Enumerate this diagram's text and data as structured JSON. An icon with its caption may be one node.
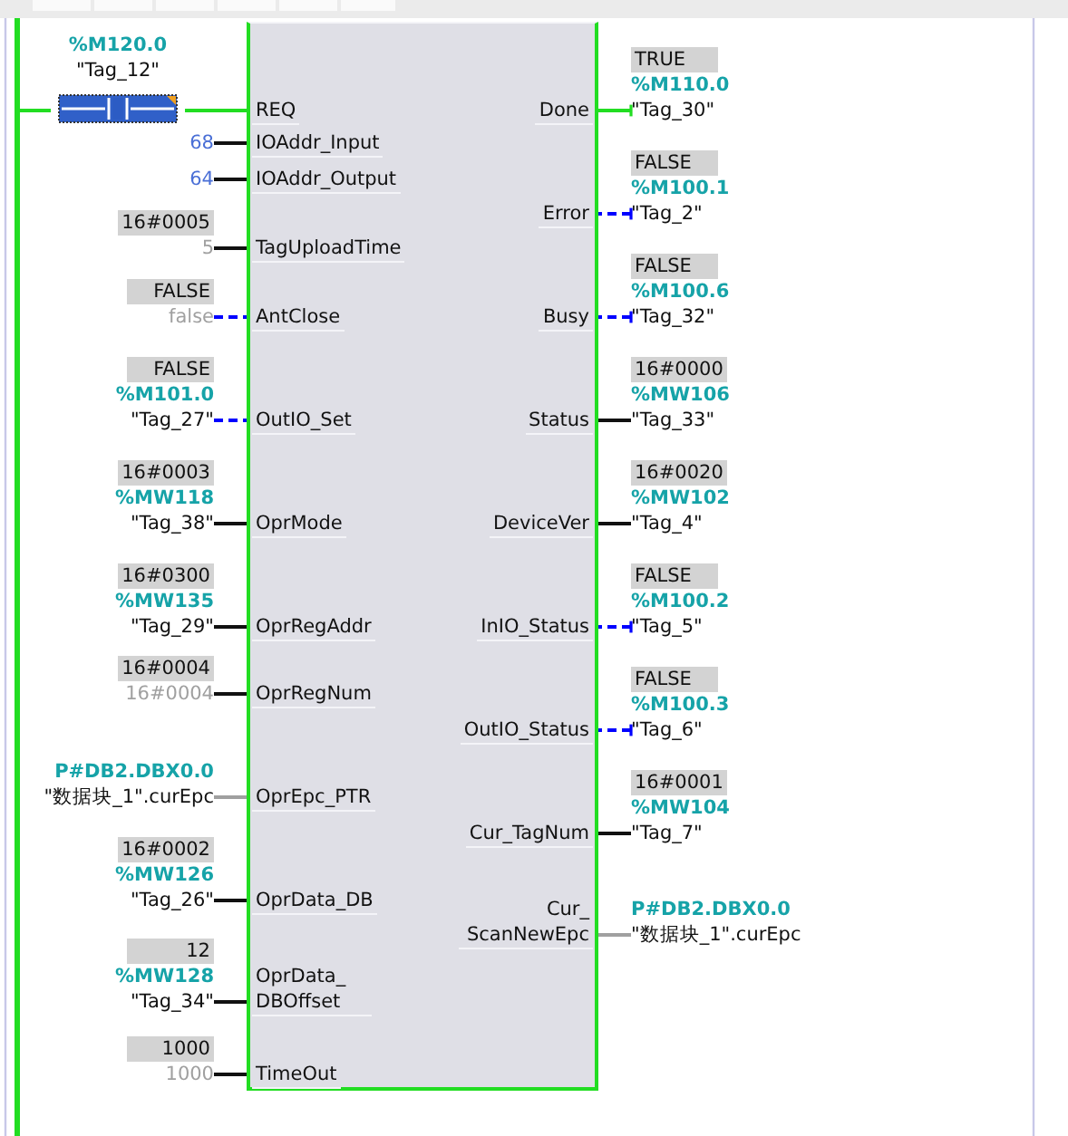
{
  "diagram": {
    "nodes": [
      {
        "text": [],
        "shape": "bar"
      },
      {
        "text": [],
        "shape": "box"
      },
      {
        "text": [
          "REQ"
        ],
        "in": 1
      },
      {
        "text": [
          "IOAddr_Input"
        ],
        "in": 1
      },
      {
        "text": [
          "IOAddr_Output"
        ],
        "in": 1
      },
      {
        "text": [
          "TagUploadTime"
        ],
        "in": 1
      },
      {
        "text": [
          "AntClose"
        ],
        "in": 1
      },
      {
        "text": [
          "OutIO_Set"
        ],
        "in": 1
      },
      {
        "text": [
          "OprMode"
        ],
        "in": 1
      },
      {
        "text": [
          "OprRegAddr"
        ],
        "in": 1
      },
      {
        "text": [
          "OprRegNum"
        ],
        "in": 1
      },
      {
        "text": [
          "OprEpc_PTR"
        ],
        "in": 1
      },
      {
        "text": [
          "OprData_DB"
        ],
        "in": 1
      },
      {
        "text": [
          "OprData_ DBOffset"
        ],
        "in": 1
      },
      {
        "text": [
          "TimeOut"
        ],
        "in": 1
      },
      {
        "text": [
          "Done"
        ],
        "in": 1
      },
      {
        "text": [
          "Error"
        ],
        "in": 1
      },
      {
        "text": [
          "Busy"
        ],
        "in": 1
      },
      {
        "text": [
          "Status"
        ],
        "in": 1
      },
      {
        "text": [
          "DeviceVer"
        ],
        "in": 1
      },
      {
        "text": [
          "InIO_Status"
        ],
        "in": 1
      },
      {
        "text": [
          "OutIO_Status"
        ],
        "in": 1
      },
      {
        "text": [
          "Cur_TagNum"
        ],
        "in": 1
      },
      {
        "text": [
          "Cur_ ScanNewEpc"
        ],
        "in": 1
      },
      {
        "text": [
          "%M120.0",
          "\"Tag_12\""
        ]
      },
      {
        "text": [
          "68"
        ]
      },
      {
        "text": [
          "64"
        ]
      },
      {
        "text": [
          "16#0005",
          "5"
        ]
      },
      {
        "text": [
          "FALSE",
          "false"
        ]
      },
      {
        "text": [
          "FALSE",
          "%M101.0",
          "\"Tag_27\""
        ]
      },
      {
        "text": [
          "16#0003",
          "%MW118",
          "\"Tag_38\""
        ]
      },
      {
        "text": [
          "16#0300",
          "%MW135",
          "\"Tag_29\""
        ]
      },
      {
        "text": [
          "16#0004",
          "16#0004"
        ]
      },
      {
        "text": [
          "P#DB2.DBX0.0",
          "\"数据块_1\".curEpc"
        ]
      },
      {
        "text": [
          "16#0002",
          "%MW126",
          "\"Tag_26\""
        ]
      },
      {
        "text": [
          "12",
          "%MW128",
          "\"Tag_34\""
        ]
      },
      {
        "text": [
          "1000",
          "1000"
        ]
      },
      {
        "text": [
          "TRUE",
          "%M110.0",
          "\"Tag_30\""
        ]
      },
      {
        "text": [
          "FALSE",
          "%M100.1",
          "\"Tag_2\""
        ]
      },
      {
        "text": [
          "FALSE",
          "%M100.6",
          "\"Tag_32\""
        ]
      },
      {
        "text": [
          "16#0000",
          "%MW106",
          "\"Tag_33\""
        ]
      },
      {
        "text": [
          "16#0020",
          "%MW102",
          "\"Tag_4\""
        ]
      },
      {
        "text": [
          "FALSE",
          "%M100.2",
          "\"Tag_5\""
        ]
      },
      {
        "text": [
          "FALSE",
          "%M100.3",
          "\"Tag_6\""
        ]
      },
      {
        "text": [
          "16#0001",
          "%MW104",
          "\"Tag_7\""
        ]
      },
      {
        "text": [
          "P#DB2.DBX0.0",
          "\"数据块_1\".curEpc"
        ]
      }
    ],
    "edges": [
      {
        "from": 0,
        "to": 24,
        "arrow": "none",
        "color": "#22dd22"
      },
      {
        "from": 24,
        "to": 2,
        "arrow": "none",
        "color": "#22dd22"
      },
      {
        "from": 25,
        "to": 3,
        "arrow": "none"
      },
      {
        "from": 26,
        "to": 4,
        "arrow": "none"
      },
      {
        "from": 27,
        "to": 5,
        "arrow": "none"
      },
      {
        "from": 28,
        "to": 6,
        "arrow": "none",
        "style": "dashed",
        "color": "#0000ff"
      },
      {
        "from": 29,
        "to": 7,
        "arrow": "none",
        "style": "dashed",
        "color": "#0000ff"
      },
      {
        "from": 30,
        "to": 8,
        "arrow": "none"
      },
      {
        "from": 31,
        "to": 9,
        "arrow": "none"
      },
      {
        "from": 32,
        "to": 10,
        "arrow": "none"
      },
      {
        "from": 33,
        "to": 11,
        "arrow": "none",
        "color": "#a0a0a0"
      },
      {
        "from": 34,
        "to": 12,
        "arrow": "none"
      },
      {
        "from": 35,
        "to": 13,
        "arrow": "none"
      },
      {
        "from": 36,
        "to": 14,
        "arrow": "none"
      },
      {
        "from": 15,
        "to": 37,
        "arrow": "other",
        "color": "#22dd22"
      },
      {
        "from": 16,
        "to": 38,
        "arrow": "other",
        "style": "dashed",
        "color": "#0000ff"
      },
      {
        "from": 17,
        "to": 39,
        "arrow": "other",
        "style": "dashed",
        "color": "#0000ff"
      },
      {
        "from": 18,
        "to": 40,
        "arrow": "none"
      },
      {
        "from": 19,
        "to": 41,
        "arrow": "none"
      },
      {
        "from": 20,
        "to": 42,
        "arrow": "other",
        "style": "dashed",
        "color": "#0000ff"
      },
      {
        "from": 21,
        "to": 43,
        "arrow": "other",
        "style": "dashed",
        "color": "#0000ff"
      },
      {
        "from": 22,
        "to": 44,
        "arrow": "none"
      },
      {
        "from": 23,
        "to": 45,
        "arrow": "none",
        "color": "#a0a0a0"
      }
    ]
  }
}
